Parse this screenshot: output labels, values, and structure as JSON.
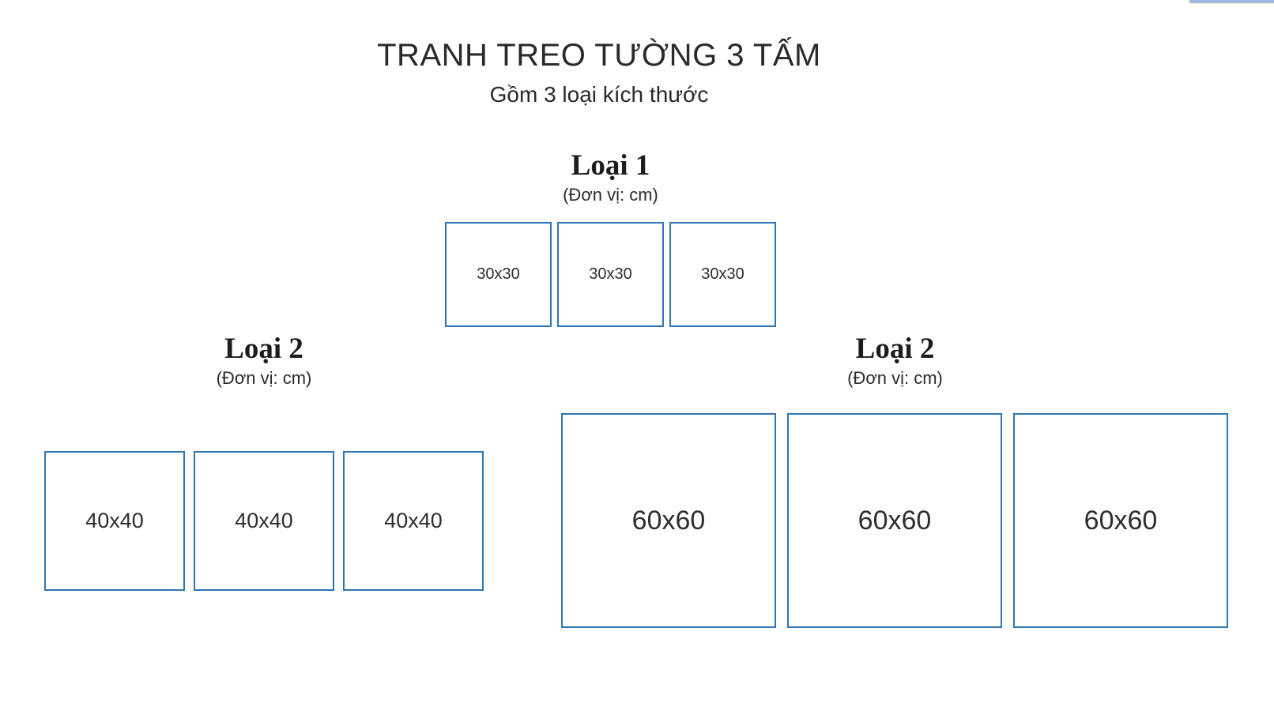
{
  "page": {
    "title": "TRANH TREO TƯỜNG 3 TẤM",
    "subtitle": "Gồm 3 loại kích thước"
  },
  "colors": {
    "panel_border": "#2e75b6",
    "corner_strip": "#9db9de",
    "text": "#2b2b2b"
  },
  "groups": [
    {
      "label": "Loại 1",
      "unit_note": "(Đơn vị: cm)",
      "panels": [
        "30x30",
        "30x30",
        "30x30"
      ]
    },
    {
      "label": "Loại 2",
      "unit_note": "(Đơn vị: cm)",
      "panels": [
        "40x40",
        "40x40",
        "40x40"
      ]
    },
    {
      "label": "Loại 2",
      "unit_note": "(Đơn vị: cm)",
      "panels": [
        "60x60",
        "60x60",
        "60x60"
      ]
    }
  ]
}
